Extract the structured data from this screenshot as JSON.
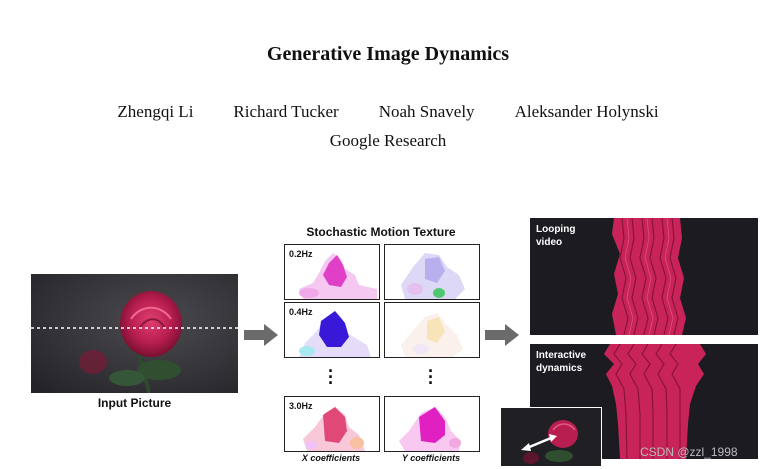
{
  "paper": {
    "title": "Generative Image Dynamics",
    "authors": [
      "Zhengqi Li",
      "Richard Tucker",
      "Noah Snavely",
      "Aleksander Holynski"
    ],
    "affiliation": "Google Research"
  },
  "figure": {
    "input_label": "Input Picture",
    "texture_title": "Stochastic Motion Texture",
    "frequencies": [
      "0.2Hz",
      "0.4Hz",
      "3.0Hz"
    ],
    "x_label": "X coefficients",
    "y_label": "Y coefficients",
    "looping_label": "Looping\nvideo",
    "interactive_label": "Interactive\ndynamics",
    "colors": {
      "rose": "#c8245a",
      "background_dark": "#1c1b22",
      "arrow_gray": "#6b6b6b"
    }
  },
  "watermark": "CSDN @zzl_1998"
}
